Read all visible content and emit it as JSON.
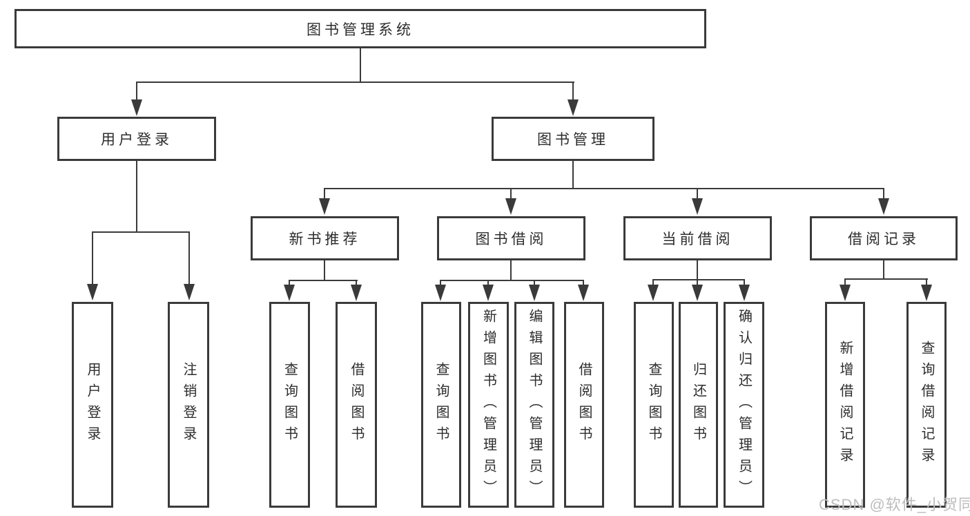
{
  "diagram_type": "functional-structure-tree",
  "colors": {
    "line": "#3a3a3a",
    "text": "#2d2d2d",
    "watermark": "#bdbdbd",
    "background": "#ffffff"
  },
  "tree": {
    "root": {
      "label": "图书管理系统",
      "children": [
        {
          "label": "用户登录",
          "children": [
            {
              "label": "用户登录"
            },
            {
              "label": "注销登录"
            }
          ]
        },
        {
          "label": "图书管理",
          "children": [
            {
              "label": "新书推荐",
              "children": [
                {
                  "label": "查询图书"
                },
                {
                  "label": "借阅图书"
                }
              ]
            },
            {
              "label": "图书借阅",
              "children": [
                {
                  "label": "查询图书"
                },
                {
                  "label": "新增图书（管理员）"
                },
                {
                  "label": "编辑图书（管理员）"
                },
                {
                  "label": "借阅图书"
                }
              ]
            },
            {
              "label": "当前借阅",
              "children": [
                {
                  "label": "查询图书"
                },
                {
                  "label": "归还图书"
                },
                {
                  "label": "确认归还（管理员）"
                }
              ]
            },
            {
              "label": "借阅记录",
              "children": [
                {
                  "label": "新增借阅记录"
                },
                {
                  "label": "查询借阅记录"
                }
              ]
            }
          ]
        }
      ]
    }
  },
  "watermark": "CSDN @软件_小贺同学"
}
